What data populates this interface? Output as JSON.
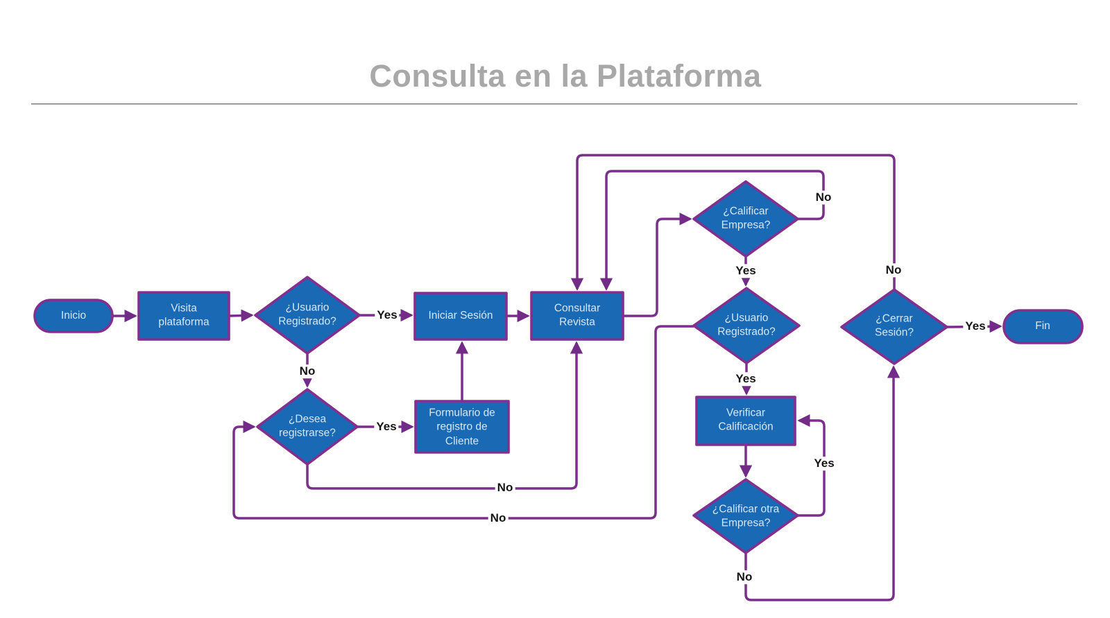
{
  "title": {
    "text": "Consulta en la Plataforma"
  },
  "theme": {
    "background": "#ffffff",
    "shape_fill": "#1a69b4",
    "shape_border": "#832f90",
    "connector_color": "#7b2f8c",
    "shape_text_color": "#d6e7f8",
    "edge_label_color": "#161616",
    "title_color": "#a8a8a8",
    "divider_color": "#9c9c9c"
  },
  "nodes": [
    {
      "id": "inicio",
      "type": "terminator",
      "label": "Inicio"
    },
    {
      "id": "visita-plataforma",
      "type": "process",
      "label": "Visita plataforma"
    },
    {
      "id": "usuario-registrado-1",
      "type": "decision",
      "label": "¿Usuario Registrado?"
    },
    {
      "id": "iniciar-sesion",
      "type": "process",
      "label": "Iniciar Sesión"
    },
    {
      "id": "consultar-revista",
      "type": "process",
      "label": "Consultar Revista"
    },
    {
      "id": "calificar-empresa",
      "type": "decision",
      "label": "¿Calificar Empresa?"
    },
    {
      "id": "usuario-registrado-2",
      "type": "decision",
      "label": "¿Usuario Registrado?"
    },
    {
      "id": "verificar-calificacion",
      "type": "process",
      "label": "Verificar Calificación"
    },
    {
      "id": "calificar-otra-empresa",
      "type": "decision",
      "label": "¿Calificar otra Empresa?"
    },
    {
      "id": "cerrar-sesion",
      "type": "decision",
      "label": "¿Cerrar Sesión?"
    },
    {
      "id": "fin",
      "type": "terminator",
      "label": "Fin"
    },
    {
      "id": "desea-registrarse",
      "type": "decision",
      "label": "¿Desea registrarse?"
    },
    {
      "id": "formulario-registro",
      "type": "process",
      "label": "Formulario de registro de Cliente"
    }
  ],
  "edge_labels": {
    "yes": "Yes",
    "no": "No"
  }
}
